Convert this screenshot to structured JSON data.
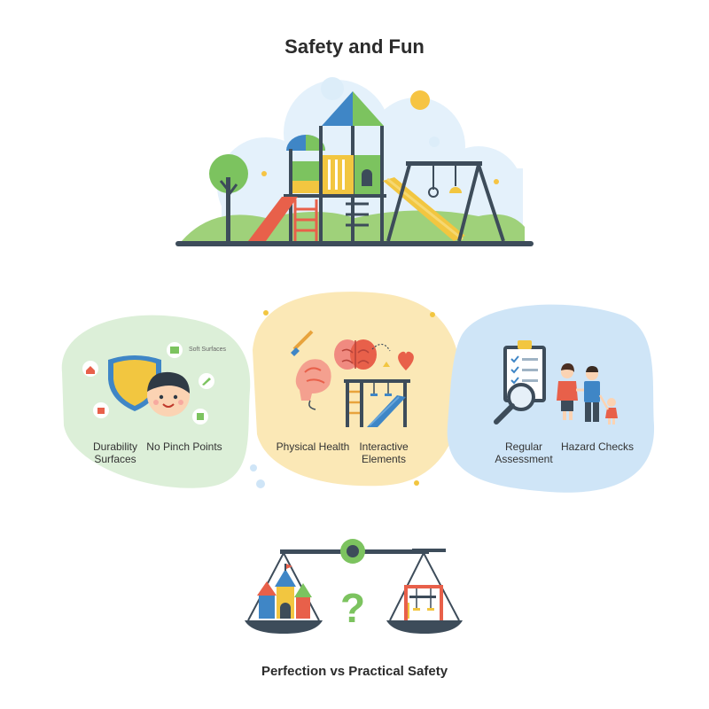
{
  "title": "Safety and Fun",
  "footer": "Perfection vs Practical Safety",
  "panels": {
    "left": {
      "label_1": "Durability Surfaces",
      "label_2": "No Pinch Points",
      "tag": "Soft Surfaces"
    },
    "middle": {
      "label_1": "Physical Health",
      "label_2": "Interactive Elements"
    },
    "right": {
      "label_1": "Regular Assessment",
      "label_2": "Hazard Checks"
    }
  },
  "balance": {
    "symbol": "?"
  },
  "colors": {
    "left_blob": "#dcefd8",
    "middle_blob": "#fbe8b6",
    "right_blob": "#cfe5f7",
    "accent_green": "#7cc35f",
    "accent_blue": "#3f86c6",
    "accent_red": "#e8604a",
    "accent_yellow": "#f2c640"
  }
}
